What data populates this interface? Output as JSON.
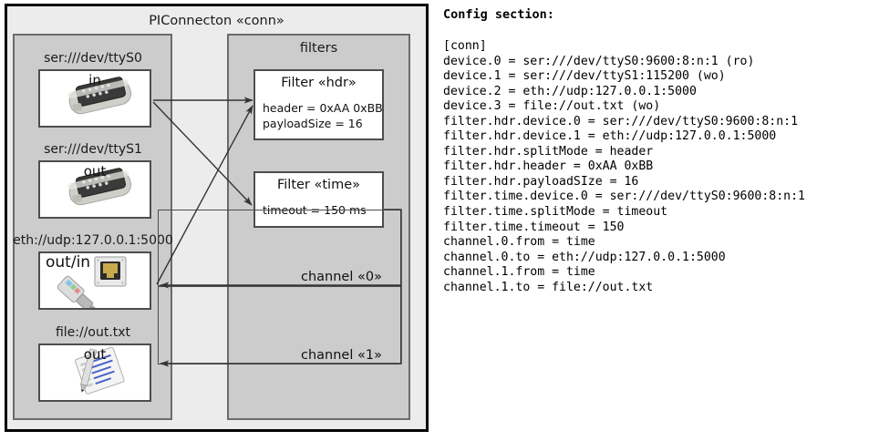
{
  "diagram": {
    "outer": {
      "title": "PIConnecton «conn»"
    },
    "groups": {
      "devices": {
        "title": ""
      },
      "filters": {
        "title": "filters"
      }
    },
    "devices": [
      {
        "label": "ser:///dev/ttyS0",
        "direction": "in",
        "icon": "serial-port-icon"
      },
      {
        "label": "ser:///dev/ttyS1",
        "direction": "out",
        "icon": "serial-port-icon"
      },
      {
        "label": "eth://udp:127.0.0.1:5000",
        "direction": "out/in",
        "icon": "ethernet-jack-icon"
      },
      {
        "label": "file://out.txt",
        "direction": "out",
        "icon": "text-file-icon"
      }
    ],
    "filters": [
      {
        "title": "Filter «hdr»",
        "attrs": [
          "header = 0xAA 0xBB",
          "payloadSize = 16"
        ]
      },
      {
        "title": "Filter «time»",
        "attrs": [
          "timeout = 150 ms"
        ]
      }
    ],
    "channels": [
      {
        "label": "channel «0»"
      },
      {
        "label": "channel «1»"
      }
    ],
    "colors": {
      "outer_bg": "#ececec",
      "group_bg": "#cccccc",
      "box_bg": "#ffffff",
      "border": "#4d4d4d",
      "outer_border": "#000000",
      "wire": "#333333"
    }
  },
  "config": {
    "heading": "Config section:",
    "lines": [
      "[conn]",
      "device.0 = ser:///dev/ttyS0:9600:8:n:1 (ro)",
      "device.1 = ser:///dev/ttyS1:115200 (wo)",
      "device.2 = eth://udp:127.0.0.1:5000",
      "device.3 = file://out.txt (wo)",
      "filter.hdr.device.0 = ser:///dev/ttyS0:9600:8:n:1",
      "filter.hdr.device.1 = eth://udp:127.0.0.1:5000",
      "filter.hdr.splitMode = header",
      "filter.hdr.header = 0xAA 0xBB",
      "filter.hdr.payloadSIze = 16",
      "filter.time.device.0 = ser:///dev/ttyS0:9600:8:n:1",
      "filter.time.splitMode = timeout",
      "filter.time.timeout = 150",
      "channel.0.from = time",
      "channel.0.to = eth://udp:127.0.0.1:5000",
      "channel.1.from = time",
      "channel.1.to = file://out.txt"
    ]
  }
}
